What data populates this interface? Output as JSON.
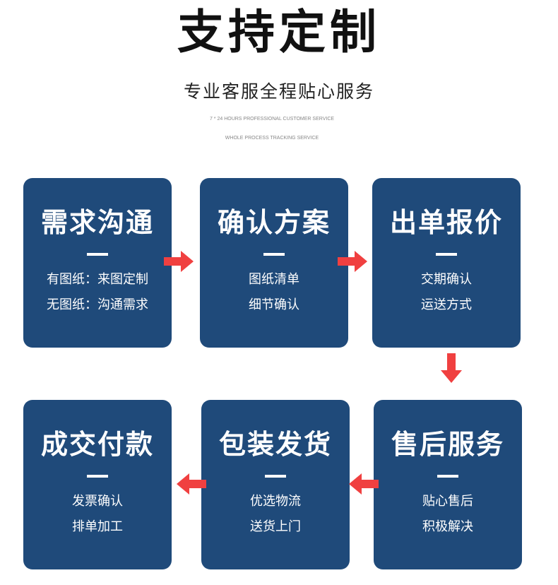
{
  "header": {
    "title": "支持定制",
    "subtitle": "专业客服全程贴心服务",
    "tagline_1": "7 * 24 HOURS PROFESSIONAL CUSTOMER SERVICE",
    "tagline_2": "WHOLE PROCESS TRACKING SERVICE"
  },
  "steps": [
    {
      "title": "需求沟通",
      "line1": "有图纸：来图定制",
      "line2": "无图纸：沟通需求"
    },
    {
      "title": "确认方案",
      "line1": "图纸清单",
      "line2": "细节确认"
    },
    {
      "title": "出单报价",
      "line1": "交期确认",
      "line2": "运送方式"
    },
    {
      "title": "售后服务",
      "line1": "贴心售后",
      "line2": "积极解决"
    },
    {
      "title": "包装发货",
      "line1": "优选物流",
      "line2": "送货上门"
    },
    {
      "title": "成交付款",
      "line1": "发票确认",
      "line2": "排单加工"
    }
  ],
  "icons": {
    "arrow": "arrow-icon"
  },
  "colors": {
    "card_background": "#1f4a7a",
    "arrow": "#f04040",
    "title_text": "#111111"
  }
}
